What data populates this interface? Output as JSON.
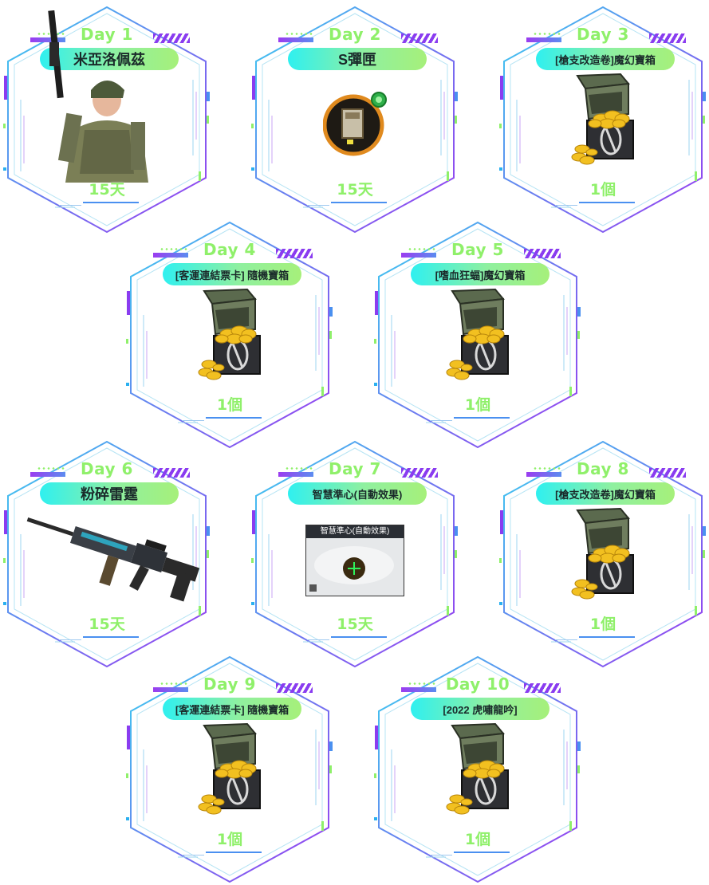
{
  "cards": [
    {
      "day": "Day 1",
      "name": "米亞洛佩茲",
      "amount": "15天",
      "art": "soldier-character"
    },
    {
      "day": "Day 2",
      "name": "S彈匣",
      "amount": "15天",
      "art": "magazine-item"
    },
    {
      "day": "Day 3",
      "name": "[槍支改造卷]魔幻寶箱",
      "amount": "1個",
      "art": "treasure-chest"
    },
    {
      "day": "Day 4",
      "name": "[客運連結票卡] 隨機寶箱",
      "amount": "1個",
      "art": "treasure-chest"
    },
    {
      "day": "Day 5",
      "name": "[嗜血狂蝠]魔幻寶箱",
      "amount": "1個",
      "art": "treasure-chest"
    },
    {
      "day": "Day 6",
      "name": "粉碎雷霆",
      "amount": "15天",
      "art": "assault-rifle"
    },
    {
      "day": "Day 7",
      "name": "智慧準心(自動效果)",
      "amount": "15天",
      "art": "crosshair-card",
      "art_label": "智慧準心(自動效果)"
    },
    {
      "day": "Day 8",
      "name": "[槍支改造卷]魔幻寶箱",
      "amount": "1個",
      "art": "treasure-chest"
    },
    {
      "day": "Day 9",
      "name": "[客運連結票卡] 隨機寶箱",
      "amount": "1個",
      "art": "treasure-chest"
    },
    {
      "day": "Day 10",
      "name": "[2022 虎嘯龍吟]",
      "amount": "1個",
      "art": "treasure-chest"
    }
  ],
  "colors": {
    "accent_green": "#8ff06a",
    "accent_cyan": "#2ff0f0",
    "frame_purple": "#8a3cf0",
    "frame_blue": "#4ac8f0"
  }
}
